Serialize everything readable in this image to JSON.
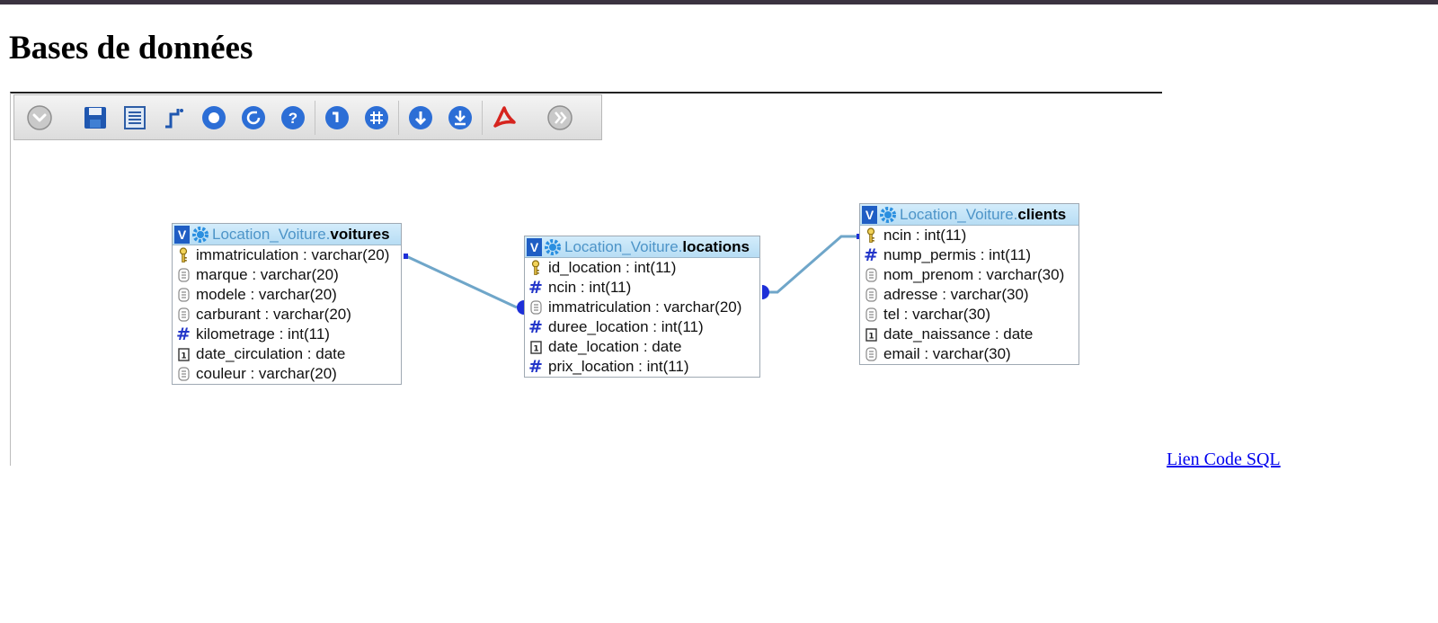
{
  "page": {
    "title": "Bases de données"
  },
  "toolbar": {
    "buttons": [
      "toggle-menu-icon",
      "save-icon",
      "list-icon",
      "relation-icon",
      "circle-icon",
      "reload-icon",
      "help-icon",
      "angular-links-icon",
      "grid-icon",
      "collapse-icon",
      "export-icon",
      "pdf-icon",
      "next-icon"
    ]
  },
  "tables": [
    {
      "db": "Location_Voiture.",
      "name": "voitures",
      "columns": [
        {
          "icon": "key",
          "text": "immatriculation : varchar(20)"
        },
        {
          "icon": "text",
          "text": "marque : varchar(20)"
        },
        {
          "icon": "text",
          "text": "modele : varchar(20)"
        },
        {
          "icon": "text",
          "text": "carburant : varchar(20)"
        },
        {
          "icon": "number",
          "text": "kilometrage : int(11)"
        },
        {
          "icon": "date",
          "text": "date_circulation : date"
        },
        {
          "icon": "text",
          "text": "couleur : varchar(20)"
        }
      ]
    },
    {
      "db": "Location_Voiture.",
      "name": "locations",
      "columns": [
        {
          "icon": "key",
          "text": "id_location : int(11)"
        },
        {
          "icon": "number",
          "text": "ncin : int(11)"
        },
        {
          "icon": "text",
          "text": "immatriculation : varchar(20)"
        },
        {
          "icon": "number",
          "text": "duree_location : int(11)"
        },
        {
          "icon": "date",
          "text": "date_location : date"
        },
        {
          "icon": "number",
          "text": "prix_location : int(11)"
        }
      ]
    },
    {
      "db": "Location_Voiture.",
      "name": "clients",
      "columns": [
        {
          "icon": "key",
          "text": "ncin : int(11)"
        },
        {
          "icon": "number",
          "text": "nump_permis : int(11)"
        },
        {
          "icon": "text",
          "text": "nom_prenom : varchar(30)"
        },
        {
          "icon": "text",
          "text": "adresse : varchar(30)"
        },
        {
          "icon": "text",
          "text": "tel : varchar(30)"
        },
        {
          "icon": "date",
          "text": "date_naissance : date"
        },
        {
          "icon": "text",
          "text": "email : varchar(30)"
        }
      ]
    }
  ],
  "colors": {
    "link_line": "#6fa6c9",
    "link_end": "#1d2fd8",
    "type_number": "#2235c9"
  },
  "link": {
    "label": "Lien Code SQL"
  }
}
